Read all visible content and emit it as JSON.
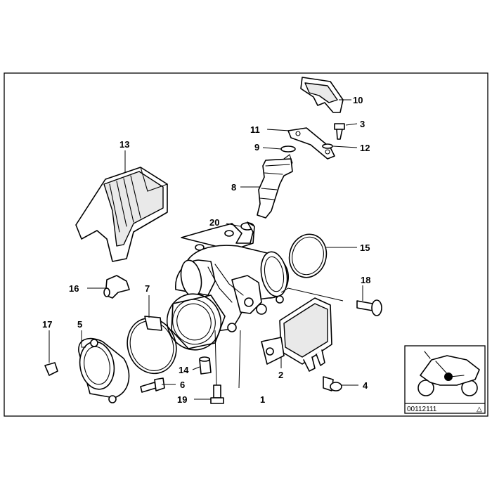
{
  "callouts": {
    "c1": "1",
    "c2": "2",
    "c3": "3",
    "c4": "4",
    "c5": "5",
    "c6": "6",
    "c7": "7",
    "c8": "8",
    "c9": "9",
    "c10": "10",
    "c11": "11",
    "c12": "12",
    "c13": "13",
    "c14": "14",
    "c15": "15",
    "c16": "16",
    "c17": "17",
    "c18": "18",
    "c19": "19",
    "c20": "20"
  },
  "inset": {
    "code": "00112111",
    "symbol": "△"
  }
}
